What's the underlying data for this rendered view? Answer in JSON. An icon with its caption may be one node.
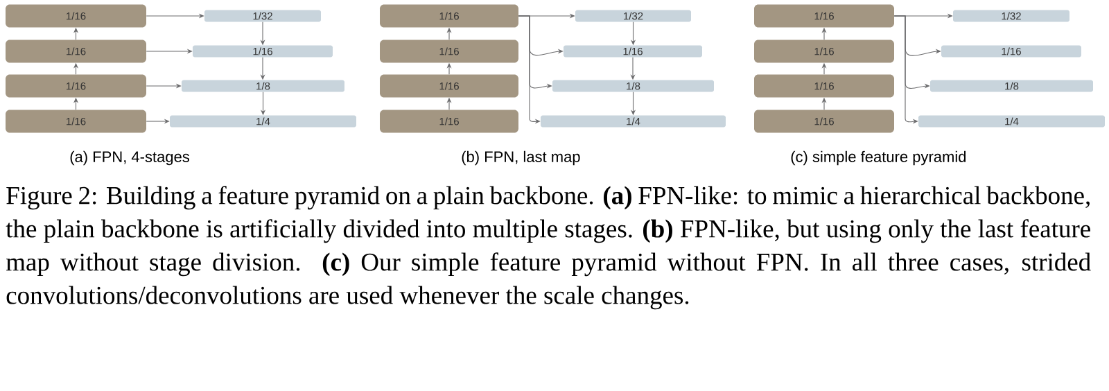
{
  "diagram": {
    "caption": "Figure 2: Building a feature pyramid on a plain backbone. **(a)** FPN-like: to mimic a hierarchical backbone, the plain backbone is artificially divided into multiple stages. **(b)** FPN-like, but using only the last feature map without stage division. **(c)** Our simple feature pyramid without FPN. In all three cases, strided convolutions/deconvolutions are used whenever the scale changes.",
    "nodes": [
      {
        "text": [
          "1/16"
        ]
      },
      {
        "text": [
          "1/16"
        ]
      },
      {
        "text": [
          "1/16"
        ]
      },
      {
        "text": [
          "1/16"
        ]
      },
      {
        "text": [
          "1/32"
        ]
      },
      {
        "text": [
          "1/16"
        ]
      },
      {
        "text": [
          "1/8"
        ]
      },
      {
        "text": [
          "1/4"
        ]
      },
      {
        "text": [
          "1/16"
        ]
      },
      {
        "text": [
          "1/16"
        ]
      },
      {
        "text": [
          "1/16"
        ]
      },
      {
        "text": [
          "1/16"
        ]
      },
      {
        "text": [
          "1/32"
        ]
      },
      {
        "text": [
          "1/16"
        ]
      },
      {
        "text": [
          "1/8"
        ]
      },
      {
        "text": [
          "1/4"
        ]
      },
      {
        "text": [
          "1/16"
        ]
      },
      {
        "text": [
          "1/16"
        ]
      },
      {
        "text": [
          "1/16"
        ]
      },
      {
        "text": [
          "1/16"
        ]
      },
      {
        "text": [
          "1/32"
        ]
      },
      {
        "text": [
          "1/16"
        ]
      },
      {
        "text": [
          "1/8"
        ]
      },
      {
        "text": [
          "1/4"
        ]
      }
    ],
    "edges": [
      {
        "from": 3,
        "to": 2,
        "arrow": "to"
      },
      {
        "from": 2,
        "to": 1,
        "arrow": "to"
      },
      {
        "from": 1,
        "to": 0,
        "arrow": "to"
      },
      {
        "from": 0,
        "to": 4,
        "arrow": "to"
      },
      {
        "from": 1,
        "to": 5,
        "arrow": "to"
      },
      {
        "from": 2,
        "to": 6,
        "arrow": "to"
      },
      {
        "from": 3,
        "to": 7,
        "arrow": "to"
      },
      {
        "from": 4,
        "to": 5,
        "arrow": "to"
      },
      {
        "from": 5,
        "to": 6,
        "arrow": "to"
      },
      {
        "from": 6,
        "to": 7,
        "arrow": "to"
      },
      {
        "from": 11,
        "to": 10,
        "arrow": "to"
      },
      {
        "from": 10,
        "to": 9,
        "arrow": "to"
      },
      {
        "from": 9,
        "to": 8,
        "arrow": "to"
      },
      {
        "from": 8,
        "to": 12,
        "arrow": "to"
      },
      {
        "from": 8,
        "to": 13,
        "arrow": "to"
      },
      {
        "from": 8,
        "to": 14,
        "arrow": "to"
      },
      {
        "from": 8,
        "to": 15,
        "arrow": "to"
      },
      {
        "from": 12,
        "to": 13,
        "arrow": "to"
      },
      {
        "from": 13,
        "to": 14,
        "arrow": "to"
      },
      {
        "from": 14,
        "to": 15,
        "arrow": "to"
      },
      {
        "from": 19,
        "to": 18,
        "arrow": "to"
      },
      {
        "from": 18,
        "to": 17,
        "arrow": "to"
      },
      {
        "from": 17,
        "to": 16,
        "arrow": "to"
      },
      {
        "from": 16,
        "to": 20,
        "arrow": "to"
      },
      {
        "from": 16,
        "to": 21,
        "arrow": "to"
      },
      {
        "from": 16,
        "to": 22,
        "arrow": "to"
      },
      {
        "from": 16,
        "to": 23,
        "arrow": "to"
      }
    ],
    "labels": [
      "(a) FPN, 4-stages",
      "(b) FPN, last map",
      "(c) simple feature pyramid"
    ]
  }
}
